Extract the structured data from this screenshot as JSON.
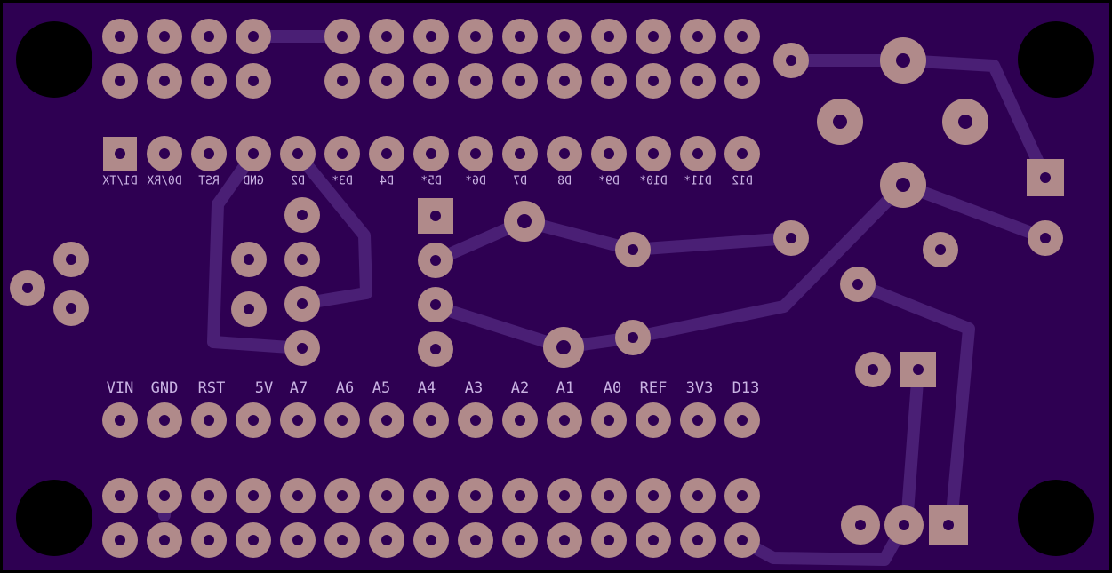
{
  "colors": {
    "edge": "#000000",
    "board": "#2e0052",
    "trace": "#4a1f75",
    "pad": "#b08a8a",
    "drill": "#2e0052",
    "mounting_hole": "#000000",
    "silkscreen": "#c9b3e3"
  },
  "top_header_labels": [
    "D1/TX",
    "D0/RX",
    "RST",
    "GND",
    "D2",
    "D3*",
    "D4",
    "D5*",
    "D6*",
    "D7",
    "D8",
    "D9*",
    "D10*",
    "D11*",
    "D12"
  ],
  "bottom_header_labels": [
    "VIN",
    "GND",
    "RST",
    "5V",
    "A7",
    "A6",
    "A5",
    "A4",
    "A3",
    "A2",
    "A1",
    "A0",
    "REF",
    "3V3",
    "D13"
  ]
}
